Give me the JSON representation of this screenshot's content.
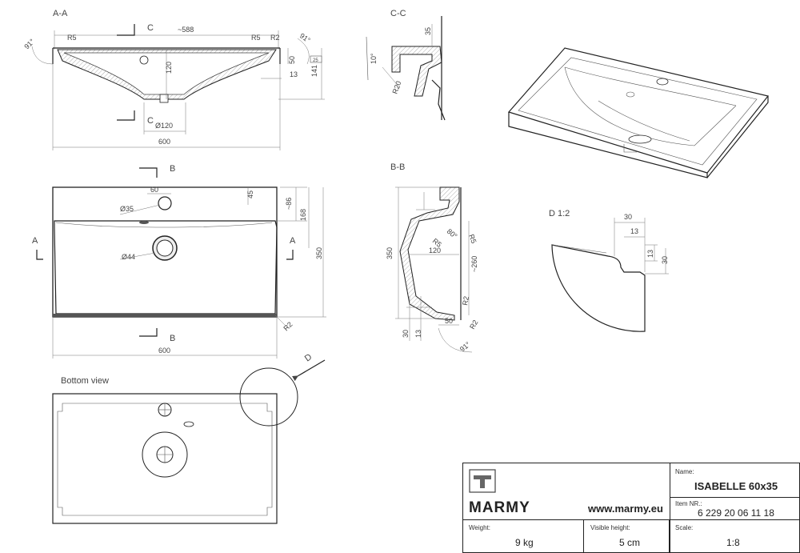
{
  "views": {
    "aa": "A-A",
    "cc": "C-C",
    "bb": "B-B",
    "d": "D 1:2",
    "bottom": "Bottom view"
  },
  "section_marks": {
    "a": "A",
    "b": "B",
    "c": "C",
    "d": "D"
  },
  "dims": {
    "aa_top": "~588",
    "aa_r5_left": "R5",
    "aa_r5_right": "R5",
    "aa_r2": "R2",
    "aa_91_left": "91°",
    "aa_91_right": "91°",
    "aa_120": "120",
    "aa_50": "50",
    "aa_141": "141",
    "aa_13": "13",
    "aa_dia120": "Ø120",
    "aa_600": "600",
    "aa_box": "25",
    "cc_35": "35",
    "cc_10": "10°",
    "cc_r20": "R20",
    "top_60": "60",
    "top_45": "45",
    "top_86": "~86",
    "top_168": "168",
    "top_350": "350",
    "top_dia35": "Ø35",
    "top_dia44": "Ø44",
    "top_600": "600",
    "top_r2": "R2",
    "bb_350": "350",
    "bb_r5": "R5",
    "bb_80": "80°",
    "bb_r5b": "R5",
    "bb_120": "120",
    "bb_260": "~260",
    "bb_r2": "R2",
    "bb_30": "30",
    "bb_13": "13",
    "bb_50": "50",
    "bb_r2b": "R2",
    "bb_91": "91°",
    "d_30": "30",
    "d_13": "13",
    "d_13b": "13",
    "d_30b": "30"
  },
  "title_block": {
    "brand": "MARMY",
    "website": "www.marmy.eu",
    "name_label": "Name:",
    "name_value": "ISABELLE 60x35",
    "item_label": "Item NR.:",
    "item_value": "6 229 20 06 11 18",
    "weight_label": "Weight:",
    "weight_value": "9 kg",
    "visible_label": "Visible height:",
    "visible_value": "5 cm",
    "scale_label": "Scale:",
    "scale_value": "1:8"
  }
}
